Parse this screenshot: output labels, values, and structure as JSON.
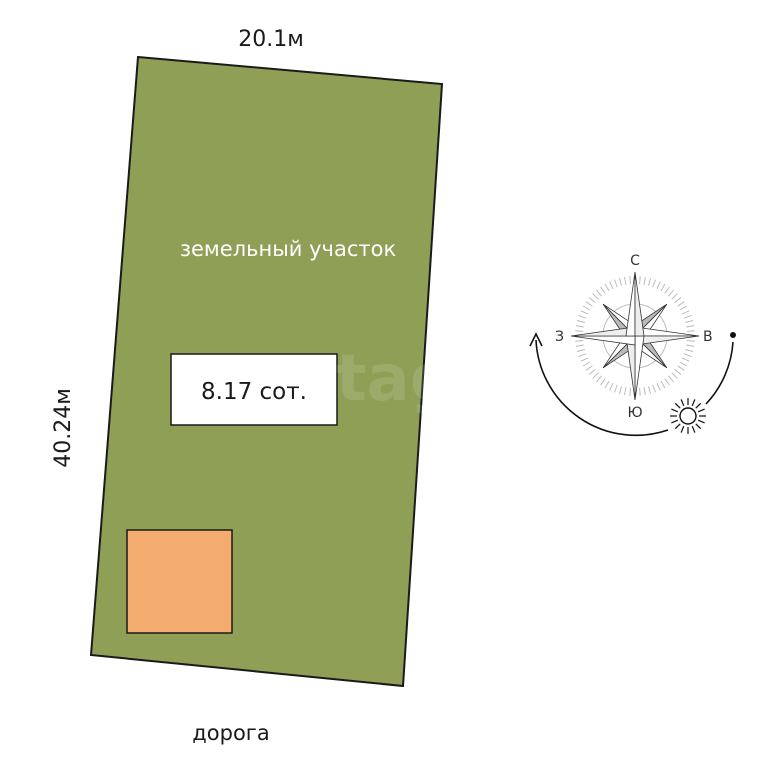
{
  "plot": {
    "top_dimension": "20.1м",
    "side_dimension": "40.24м",
    "label": "земельный участок",
    "area": "8.17 сот.",
    "road": "дорога",
    "watermark": "etagi"
  },
  "compass": {
    "north": "С",
    "south": "Ю",
    "west": "З",
    "east": "В",
    "icons": [
      "compass-rose-icon",
      "sun-icon",
      "sun-path-arrow-icon"
    ]
  },
  "colors": {
    "plot_fill": "#8f9f56",
    "plot_stroke": "#1a1a1a",
    "building_fill": "#f4ac6e",
    "text_dark": "#1a1a1a",
    "text_light": "#ffffff"
  }
}
